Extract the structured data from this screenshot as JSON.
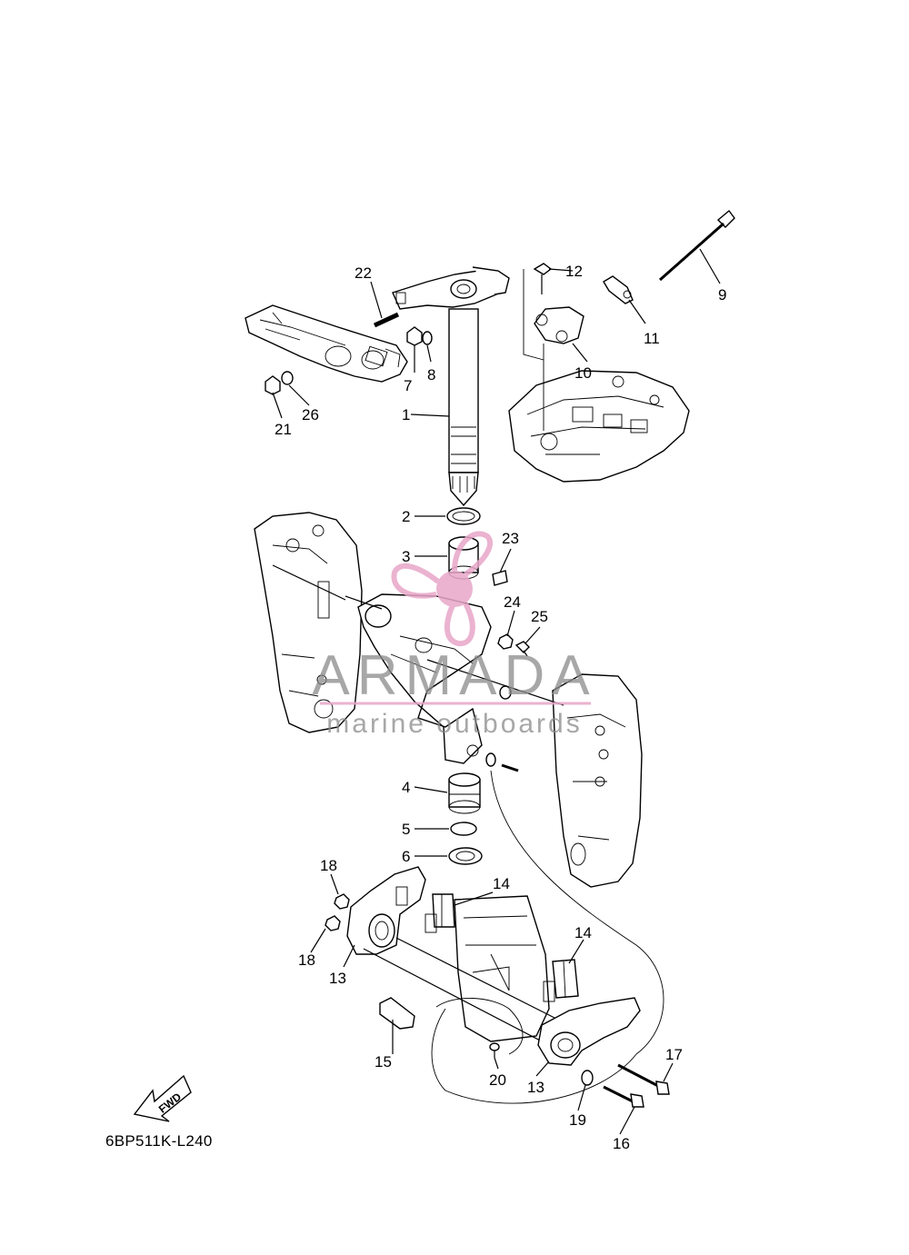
{
  "diagram": {
    "code": "6BP511K-L240",
    "fwd_label": "FWD",
    "watermark": {
      "brand": "ARMADA",
      "tagline": "marine outboards",
      "color": "#e8a6c8"
    },
    "part_numbers": {
      "p1": "1",
      "p2": "2",
      "p3": "3",
      "p4": "4",
      "p5": "5",
      "p6": "6",
      "p7": "7",
      "p8": "8",
      "p9": "9",
      "p10": "10",
      "p11": "11",
      "p12": "12",
      "p13a": "13",
      "p13b": "13",
      "p14a": "14",
      "p14b": "14",
      "p15": "15",
      "p16": "16",
      "p17": "17",
      "p18a": "18",
      "p18b": "18",
      "p19": "19",
      "p20": "20",
      "p21": "21",
      "p22": "22",
      "p23": "23",
      "p24": "24",
      "p25": "25",
      "p26": "26"
    }
  }
}
